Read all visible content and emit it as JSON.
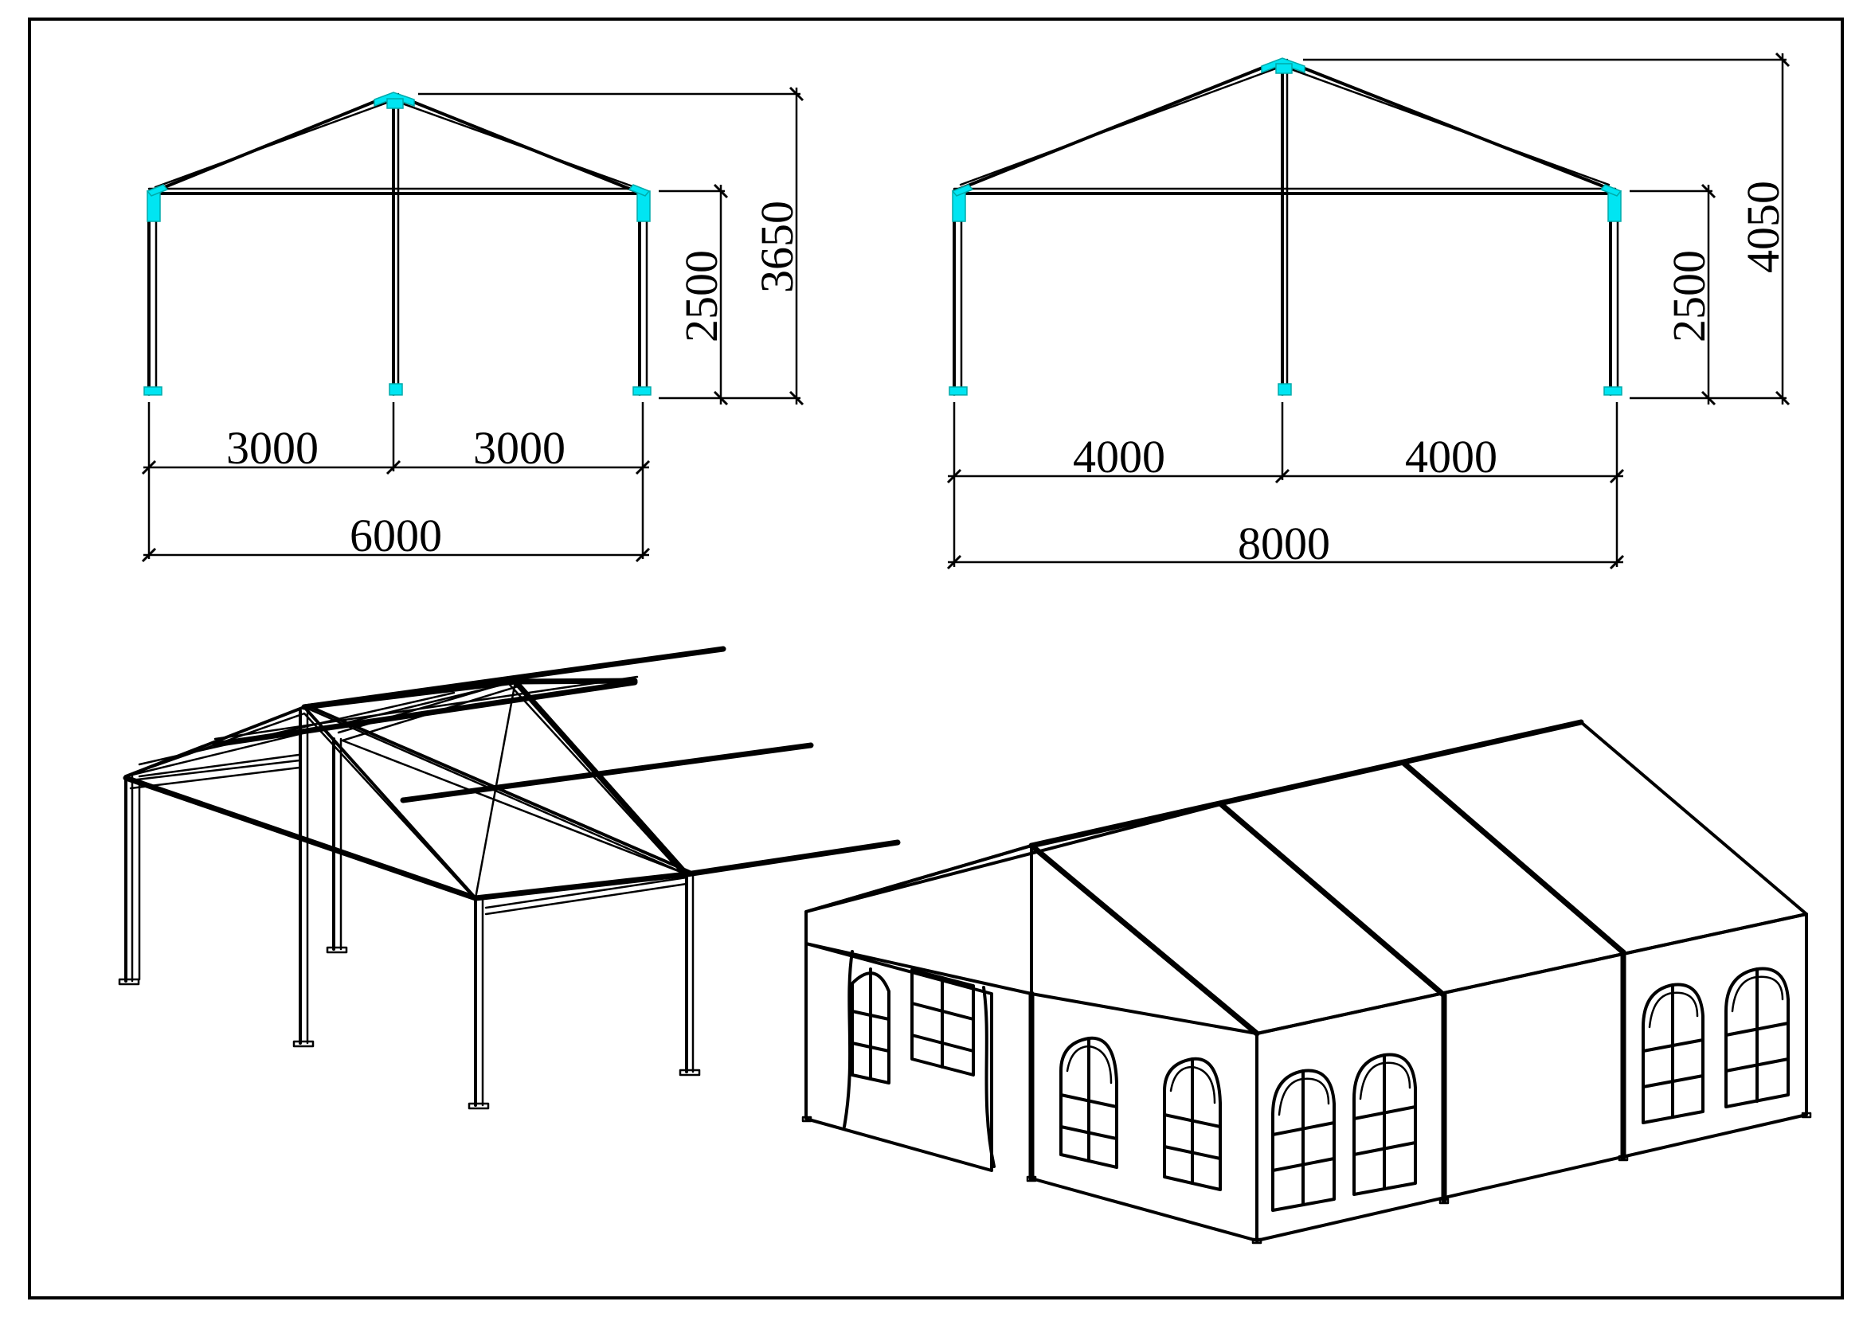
{
  "colors": {
    "line": "#000000",
    "connector": "#00e5f2",
    "background": "#ffffff"
  },
  "front_view_6m": {
    "span_left": "3000",
    "span_right": "3000",
    "total_width": "6000",
    "eave_height": "2500",
    "ridge_height": "3650"
  },
  "front_view_8m": {
    "span_left": "4000",
    "span_right": "4000",
    "total_width": "8000",
    "eave_height": "2500",
    "ridge_height": "4050"
  }
}
